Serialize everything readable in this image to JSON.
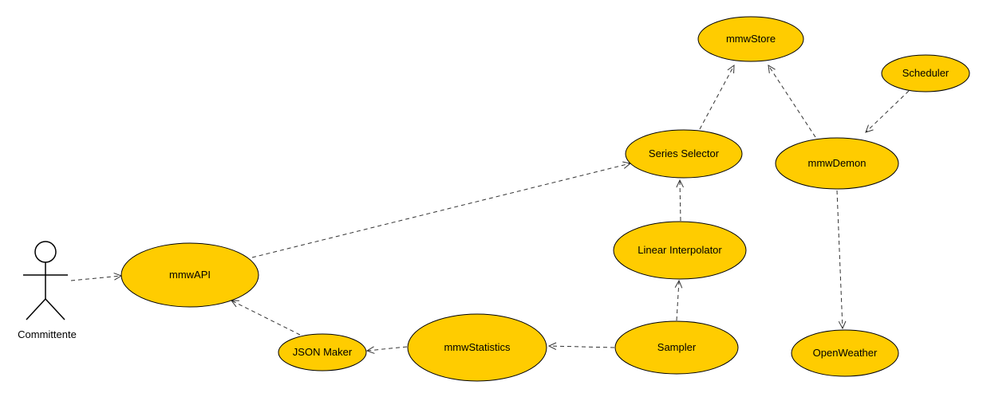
{
  "diagram": {
    "actor": {
      "label": "Committente"
    },
    "nodes": {
      "mmwStore": "mmwStore",
      "scheduler": "Scheduler",
      "seriesSelector": "Series Selector",
      "mmwDemon": "mmwDemon",
      "linearInterpolator": "Linear Interpolator",
      "mmwAPI": "mmwAPI",
      "mmwStatistics": "mmwStatistics",
      "sampler": "Sampler",
      "jsonMaker": "JSON Maker",
      "openWeather": "OpenWeather"
    },
    "edges": [
      {
        "from": "actor",
        "to": "mmwAPI"
      },
      {
        "from": "mmwAPI",
        "to": "seriesSelector"
      },
      {
        "from": "seriesSelector",
        "to": "mmwStore"
      },
      {
        "from": "mmwDemon",
        "to": "mmwStore"
      },
      {
        "from": "scheduler",
        "to": "mmwDemon"
      },
      {
        "from": "mmwDemon",
        "to": "openWeather"
      },
      {
        "from": "linearInterpolator",
        "to": "seriesSelector"
      },
      {
        "from": "sampler",
        "to": "linearInterpolator"
      },
      {
        "from": "sampler",
        "to": "mmwStatistics"
      },
      {
        "from": "mmwStatistics",
        "to": "jsonMaker"
      },
      {
        "from": "jsonMaker",
        "to": "mmwAPI"
      }
    ]
  }
}
